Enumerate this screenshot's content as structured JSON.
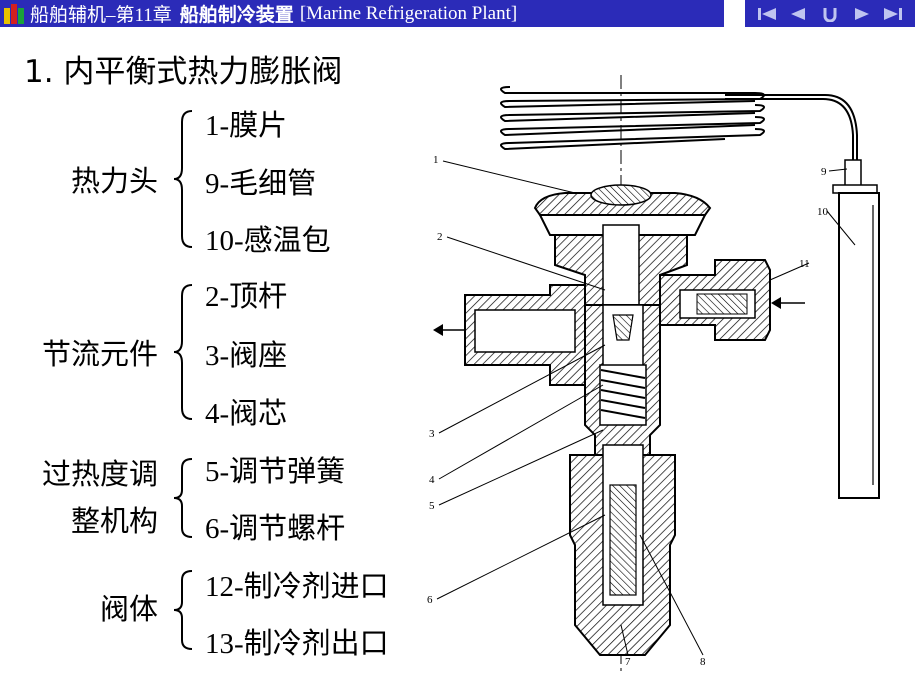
{
  "header": {
    "chapter": "船舶辅机–第11章",
    "topic": "船舶制冷装置",
    "english": "[Marine Refrigeration Plant]"
  },
  "nav": {
    "buttons": [
      {
        "glyph": "|◀",
        "icon": "first-slide-icon"
      },
      {
        "glyph": "◀",
        "icon": "previous-slide-icon"
      },
      {
        "glyph": "↺",
        "icon": "return-icon"
      },
      {
        "glyph": "▶",
        "icon": "next-slide-icon"
      },
      {
        "glyph": "▶|",
        "icon": "last-slide-icon"
      }
    ],
    "color": "#2b2bb8"
  },
  "heading": "1. 内平衡式热力膨胀阀",
  "groups": [
    {
      "label": "热力头",
      "items": [
        "1-膜片",
        "9-毛细管",
        "10-感温包"
      ]
    },
    {
      "label": "节流元件",
      "items": [
        "2-顶杆",
        "3-阀座",
        "4-阀芯"
      ]
    },
    {
      "label_lines": [
        "过热度调",
        "整机构"
      ],
      "items": [
        "5-调节弹簧",
        "6-调节螺杆"
      ]
    },
    {
      "label": "阀体",
      "items": [
        "12-制冷剂进口",
        "13-制冷剂出口"
      ]
    }
  ],
  "diagram": {
    "callouts": [
      "1",
      "2",
      "3",
      "4",
      "5",
      "6",
      "7",
      "8",
      "9",
      "10",
      "11"
    ]
  }
}
